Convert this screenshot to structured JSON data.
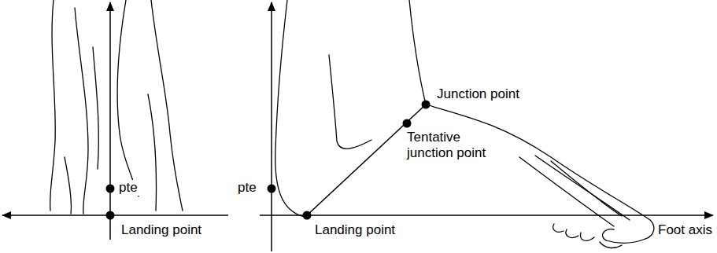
{
  "diagram": {
    "labels": [
      "pte",
      "Landing point",
      "pte",
      "Junction point",
      "Tentative junction point",
      "Landing point",
      "Foot axis"
    ]
  }
}
